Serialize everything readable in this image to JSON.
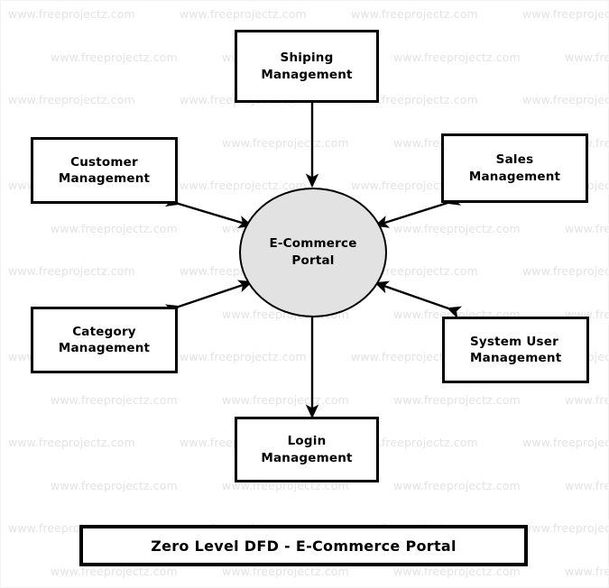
{
  "diagram": {
    "title": "Zero Level DFD - E-Commerce Portal",
    "type": "data-flow-diagram",
    "level": "Zero Level",
    "process": {
      "name": "E-Commerce Portal",
      "line1": "E-Commerce",
      "line2": "Portal",
      "shape": "circle",
      "fill": "#e2e2e2",
      "stroke": "#000000"
    },
    "entities": [
      {
        "id": "shiping-management",
        "name": "Shiping Management",
        "line1": "Shiping",
        "line2": "Management",
        "position": "top"
      },
      {
        "id": "customer-management",
        "name": "Customer Management",
        "line1": "Customer",
        "line2": "Management",
        "position": "top-left"
      },
      {
        "id": "sales-management",
        "name": "Sales Management",
        "line1": "Sales",
        "line2": "Management",
        "position": "top-right"
      },
      {
        "id": "category-management",
        "name": "Category Management",
        "line1": "Category",
        "line2": "Management",
        "position": "bottom-left"
      },
      {
        "id": "system-user-management",
        "name": "System User Management",
        "line1": "System User",
        "line2": "Management",
        "position": "bottom-right"
      },
      {
        "id": "login-management",
        "name": "Login Management",
        "line1": "Login",
        "line2": "Management",
        "position": "bottom"
      }
    ],
    "flows": [
      {
        "id": "flow-shiping",
        "between": [
          "E-Commerce Portal",
          "Shiping Management"
        ],
        "direction": "bidirectional"
      },
      {
        "id": "flow-customer",
        "between": [
          "E-Commerce Portal",
          "Customer Management"
        ],
        "direction": "bidirectional"
      },
      {
        "id": "flow-sales",
        "between": [
          "E-Commerce Portal",
          "Sales Management"
        ],
        "direction": "bidirectional"
      },
      {
        "id": "flow-category",
        "between": [
          "E-Commerce Portal",
          "Category Management"
        ],
        "direction": "bidirectional"
      },
      {
        "id": "flow-system-user",
        "between": [
          "E-Commerce Portal",
          "System User Management"
        ],
        "direction": "bidirectional"
      },
      {
        "id": "flow-login",
        "between": [
          "E-Commerce Portal",
          "Login Management"
        ],
        "direction": "bidirectional"
      }
    ]
  },
  "watermark": {
    "text": "www.freeprojectz.com",
    "color": "#e3e3e3"
  }
}
